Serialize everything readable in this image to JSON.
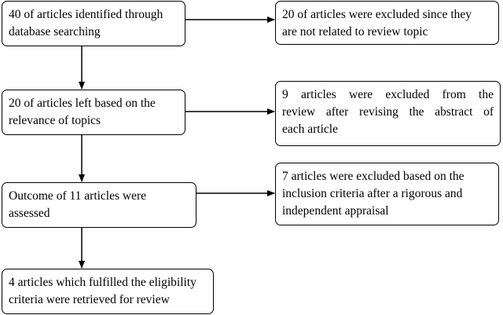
{
  "flow": {
    "main": [
      {
        "lines": [
          "40 of articles identified through",
          "database searching"
        ]
      },
      {
        "lines": [
          "20 of articles left based on the",
          "relevance of topics"
        ]
      },
      {
        "lines": [
          "Outcome of 11 articles were",
          "assessed"
        ]
      },
      {
        "lines": [
          "4 articles which fulfilled the eligibility",
          "criteria were retrieved for review"
        ]
      }
    ],
    "excluded": [
      {
        "lines": [
          "20 of articles were excluded since they",
          "are not related to review topic"
        ]
      },
      {
        "lines": [
          "9 articles were excluded from the",
          "review after revising the abstract of",
          "each article"
        ]
      },
      {
        "lines": [
          "7 articles were excluded based on the",
          "inclusion criteria after a rigorous and",
          "independent appraisal"
        ]
      }
    ]
  }
}
